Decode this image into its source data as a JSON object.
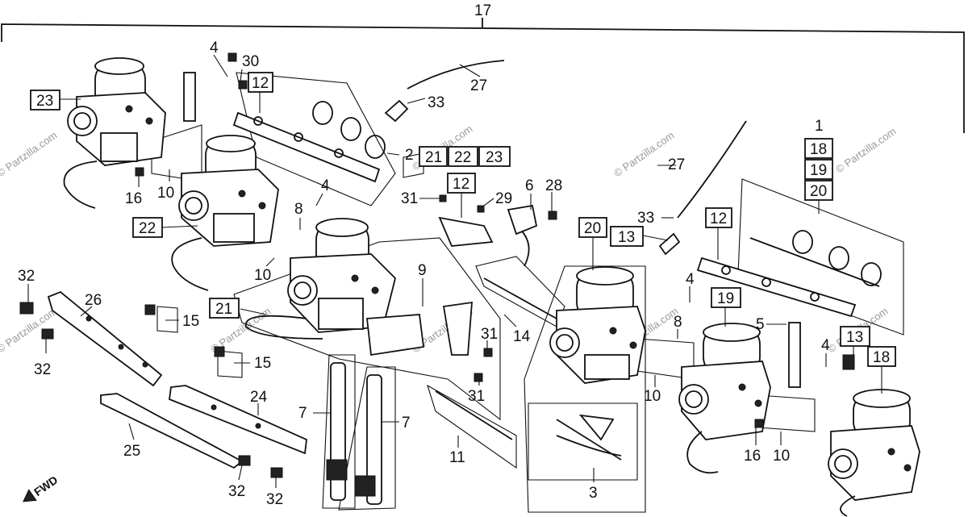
{
  "diagram": {
    "assembly_ref": "17",
    "watermark": "© Partzilla.com",
    "fwd_label": "FWD",
    "labels": [
      {
        "id": "p17",
        "text": "17"
      },
      {
        "id": "p4a",
        "text": "4"
      },
      {
        "id": "p30",
        "text": "30"
      },
      {
        "id": "p27a",
        "text": "27"
      },
      {
        "id": "p33a",
        "text": "33"
      },
      {
        "id": "p2",
        "text": "2"
      },
      {
        "id": "p16a",
        "text": "16"
      },
      {
        "id": "p10a",
        "text": "10"
      },
      {
        "id": "p4b",
        "text": "4"
      },
      {
        "id": "p8a",
        "text": "8"
      },
      {
        "id": "p10b",
        "text": "10"
      },
      {
        "id": "p31a",
        "text": "31"
      },
      {
        "id": "p29",
        "text": "29"
      },
      {
        "id": "p6",
        "text": "6"
      },
      {
        "id": "p28",
        "text": "28"
      },
      {
        "id": "p27b",
        "text": "27"
      },
      {
        "id": "p1",
        "text": "1"
      },
      {
        "id": "p33b",
        "text": "33"
      },
      {
        "id": "p9",
        "text": "9"
      },
      {
        "id": "p32a",
        "text": "32"
      },
      {
        "id": "p26",
        "text": "26"
      },
      {
        "id": "p15a",
        "text": "15"
      },
      {
        "id": "p32b",
        "text": "32"
      },
      {
        "id": "p15b",
        "text": "15"
      },
      {
        "id": "p31b",
        "text": "31"
      },
      {
        "id": "p14",
        "text": "14"
      },
      {
        "id": "p31c",
        "text": "31"
      },
      {
        "id": "p4c",
        "text": "4"
      },
      {
        "id": "p8b",
        "text": "8"
      },
      {
        "id": "p5",
        "text": "5"
      },
      {
        "id": "p4d",
        "text": "4"
      },
      {
        "id": "p10c",
        "text": "10"
      },
      {
        "id": "p24",
        "text": "24"
      },
      {
        "id": "p7a",
        "text": "7"
      },
      {
        "id": "p7b",
        "text": "7"
      },
      {
        "id": "p25",
        "text": "25"
      },
      {
        "id": "p11",
        "text": "11"
      },
      {
        "id": "p16b",
        "text": "16"
      },
      {
        "id": "p10d",
        "text": "10"
      },
      {
        "id": "p32c",
        "text": "32"
      },
      {
        "id": "p32d",
        "text": "32"
      },
      {
        "id": "p3",
        "text": "3"
      }
    ],
    "boxed_labels": [
      {
        "id": "b23a",
        "text": "23"
      },
      {
        "id": "b12a",
        "text": "12"
      },
      {
        "id": "b21a",
        "text": "21"
      },
      {
        "id": "b22a",
        "text": "22"
      },
      {
        "id": "b23b",
        "text": "23"
      },
      {
        "id": "b12b",
        "text": "12"
      },
      {
        "id": "b22b",
        "text": "22"
      },
      {
        "id": "b18a",
        "text": "18"
      },
      {
        "id": "b19a",
        "text": "19"
      },
      {
        "id": "b20a",
        "text": "20"
      },
      {
        "id": "b20b",
        "text": "20"
      },
      {
        "id": "b12c",
        "text": "12"
      },
      {
        "id": "b13a",
        "text": "13"
      },
      {
        "id": "b19b",
        "text": "19"
      },
      {
        "id": "b21b",
        "text": "21"
      },
      {
        "id": "b13b",
        "text": "13"
      },
      {
        "id": "b18b",
        "text": "18"
      }
    ]
  }
}
